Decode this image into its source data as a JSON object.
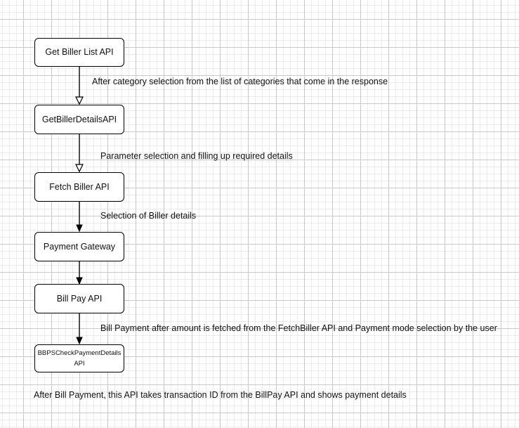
{
  "nodes": [
    {
      "id": "get-biller-list",
      "label": "Get Biller List API"
    },
    {
      "id": "get-biller-details",
      "label": "GetBillerDetailsAPI"
    },
    {
      "id": "fetch-biller",
      "label": "Fetch Biller API"
    },
    {
      "id": "payment-gateway",
      "label": "Payment Gateway"
    },
    {
      "id": "bill-pay",
      "label": "Bill Pay API"
    },
    {
      "id": "bbps-check-payment-details",
      "label": "BBPSCheckPaymentDetails API"
    }
  ],
  "edges": [
    {
      "from": "get-biller-list",
      "to": "get-biller-details",
      "label": "After category selection from the list of categories that come in the response",
      "arrowhead": "open"
    },
    {
      "from": "get-biller-details",
      "to": "fetch-biller",
      "label": "Parameter selection and filling up required details",
      "arrowhead": "open"
    },
    {
      "from": "fetch-biller",
      "to": "payment-gateway",
      "label": "Selection of Biller details",
      "arrowhead": "filled"
    },
    {
      "from": "payment-gateway",
      "to": "bill-pay",
      "label": "",
      "arrowhead": "filled"
    },
    {
      "from": "bill-pay",
      "to": "bbps-check-payment-details",
      "label": "Bill Payment after amount is fetched from the FetchBiller API and Payment mode selection by the user",
      "arrowhead": "filled"
    }
  ],
  "footnote": "After Bill Payment, this API takes transaction ID from the BillPay API and shows payment details"
}
